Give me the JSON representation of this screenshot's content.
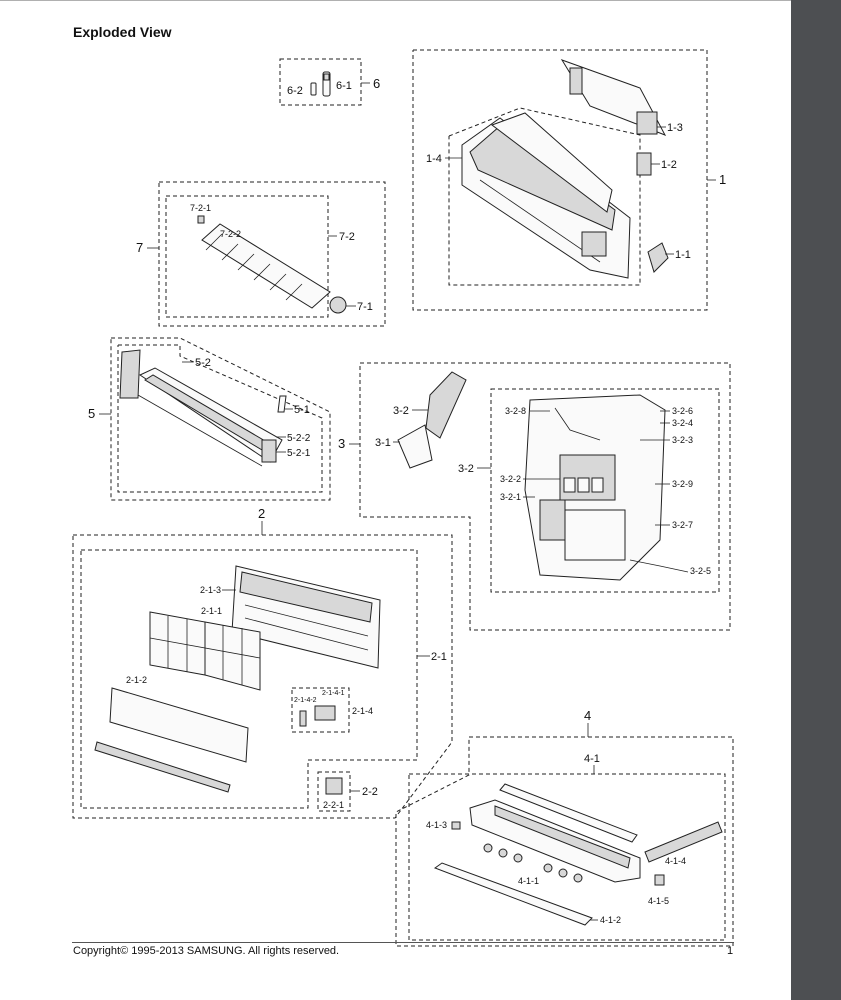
{
  "title": "Exploded View",
  "footer": {
    "copyright": "Copyright© 1995-2013 SAMSUNG. All rights reserved.",
    "page": "1"
  },
  "groups": {
    "g1": {
      "main": "1",
      "parts": [
        "1-1",
        "1-2",
        "1-3",
        "1-4"
      ]
    },
    "g2": {
      "main": "2",
      "sub": "2-1",
      "parts": [
        "2-1-1",
        "2-1-2",
        "2-1-3",
        "2-1-4",
        "2-1-4-1",
        "2-1-4-2",
        "2-2",
        "2-2-1"
      ]
    },
    "g3": {
      "main": "3",
      "sub": "3-2",
      "parts": [
        "3-1",
        "3-2",
        "3-2-1",
        "3-2-2",
        "3-2-3",
        "3-2-4",
        "3-2-5",
        "3-2-6",
        "3-2-7",
        "3-2-8",
        "3-2-9"
      ]
    },
    "g4": {
      "main": "4",
      "sub": "4-1",
      "parts": [
        "4-1-1",
        "4-1-2",
        "4-1-3",
        "4-1-4",
        "4-1-5"
      ]
    },
    "g5": {
      "main": "5",
      "parts": [
        "5-1",
        "5-2",
        "5-2-1",
        "5-2-2"
      ]
    },
    "g6": {
      "main": "6",
      "parts": [
        "6-1",
        "6-2"
      ]
    },
    "g7": {
      "main": "7",
      "sub": "7-2",
      "parts": [
        "7-1",
        "7-2-1",
        "7-2-2"
      ]
    }
  }
}
